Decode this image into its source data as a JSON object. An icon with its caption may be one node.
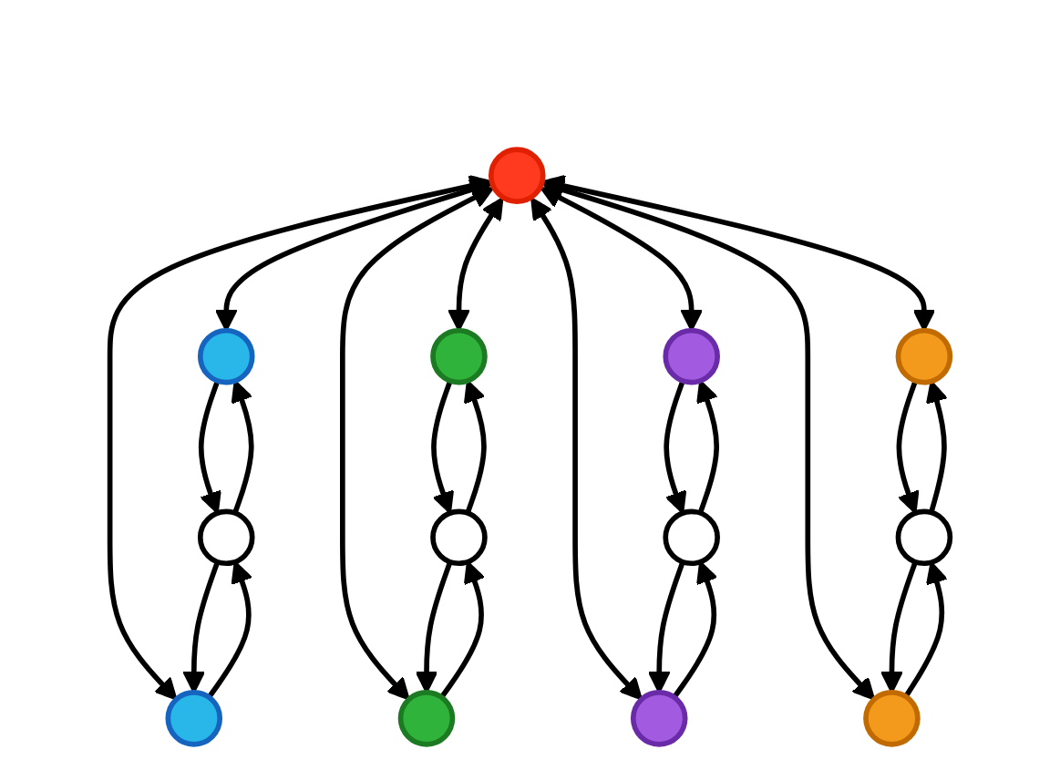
{
  "diagram": {
    "nodes": [
      {
        "text": [],
        "shape": "circle"
      },
      {
        "text": [],
        "shape": "circle"
      },
      {
        "text": [],
        "shape": "circle"
      },
      {
        "text": [],
        "shape": "circle"
      },
      {
        "text": [],
        "shape": "circle"
      },
      {
        "text": [],
        "shape": "circle"
      },
      {
        "text": [],
        "shape": "circle"
      },
      {
        "text": [],
        "shape": "circle"
      },
      {
        "text": [],
        "shape": "circle"
      },
      {
        "text": [],
        "shape": "circle"
      },
      {
        "text": [],
        "shape": "circle"
      },
      {
        "text": [],
        "shape": "circle"
      },
      {
        "text": [],
        "shape": "circle"
      }
    ],
    "edges": [
      {
        "from": 5,
        "to": 0,
        "arrow": "both"
      },
      {
        "from": 5,
        "to": 1,
        "arrow": "both"
      },
      {
        "from": 5,
        "to": 3,
        "arrow": "both"
      },
      {
        "from": 5,
        "to": 6,
        "arrow": "both"
      },
      {
        "from": 5,
        "to": 7,
        "arrow": "both"
      },
      {
        "from": 5,
        "to": 9,
        "arrow": "both"
      },
      {
        "from": 5,
        "to": 11,
        "arrow": "both"
      },
      {
        "from": 5,
        "to": 12,
        "arrow": "both"
      },
      {
        "from": 0,
        "to": 4,
        "arrow": "to"
      },
      {
        "from": 4,
        "to": 0,
        "arrow": "to"
      },
      {
        "from": 6,
        "to": 4,
        "arrow": "to"
      },
      {
        "from": 4,
        "to": 6,
        "arrow": "to"
      },
      {
        "from": 1,
        "to": 2,
        "arrow": "to"
      },
      {
        "from": 2,
        "to": 1,
        "arrow": "to"
      },
      {
        "from": 3,
        "to": 2,
        "arrow": "to"
      },
      {
        "from": 2,
        "to": 3,
        "arrow": "to"
      },
      {
        "from": 7,
        "to": 8,
        "arrow": "to"
      },
      {
        "from": 8,
        "to": 7,
        "arrow": "to"
      },
      {
        "from": 12,
        "to": 8,
        "arrow": "to"
      },
      {
        "from": 8,
        "to": 12,
        "arrow": "to"
      },
      {
        "from": 9,
        "to": 10,
        "arrow": "to"
      },
      {
        "from": 10,
        "to": 9,
        "arrow": "to"
      },
      {
        "from": 11,
        "to": 10,
        "arrow": "to"
      },
      {
        "from": 10,
        "to": 11,
        "arrow": "to"
      }
    ]
  }
}
